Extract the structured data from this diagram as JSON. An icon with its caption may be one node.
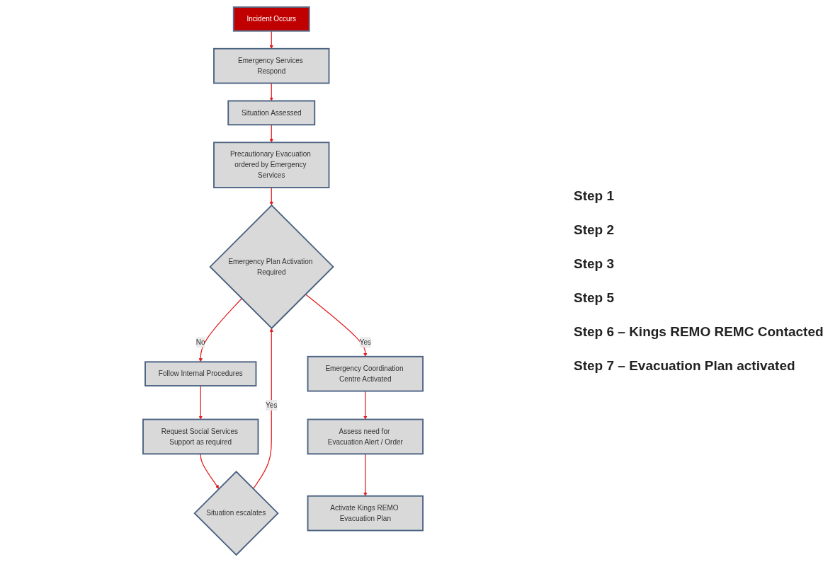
{
  "diagram": {
    "nodes": [
      {
        "text": [
          "Incident Occurs"
        ]
      },
      {
        "text": [
          "Emergency Services Respond"
        ]
      },
      {
        "text": [
          "Situation Assessed"
        ]
      },
      {
        "text": [
          "Precautionary Evacuation ordered by Emergency Services"
        ]
      },
      {
        "text": [
          "Emergency Plan Activation Required"
        ]
      },
      {
        "text": [
          "Follow Internal Procedures"
        ]
      },
      {
        "text": [
          "Emergency Coordination Centre Activated"
        ]
      },
      {
        "text": [
          "Request Social Services Support as required"
        ]
      },
      {
        "text": [
          "Assess need for Evacuation Alert / Order"
        ]
      },
      {
        "text": [
          "Situation escalates"
        ]
      },
      {
        "text": [
          "Activate Kings REMO Evacuation Plan"
        ]
      }
    ],
    "edges": [
      {
        "from": 0,
        "to": 1,
        "arrow": "to"
      },
      {
        "from": 1,
        "to": 2,
        "arrow": "to"
      },
      {
        "from": 2,
        "to": 3,
        "arrow": "to"
      },
      {
        "from": 3,
        "to": 4,
        "arrow": "to"
      },
      {
        "from": 4,
        "to": 5,
        "label": "No",
        "arrow": "to"
      },
      {
        "from": 4,
        "to": 6,
        "label": "Yes",
        "arrow": "to"
      },
      {
        "from": 5,
        "to": 7,
        "arrow": "to"
      },
      {
        "from": 7,
        "to": 9,
        "arrow": "to"
      },
      {
        "from": 9,
        "to": 4,
        "label": "Yes",
        "arrow": "to"
      },
      {
        "from": 6,
        "to": 8,
        "arrow": "to"
      },
      {
        "from": 8,
        "to": 10,
        "arrow": "to"
      }
    ],
    "labels": [
      "Step 1",
      "Step 2",
      "Step 3",
      "Step 5",
      "Step 6 – Kings REMO REMC Contacted",
      "Step 7 – Evacuation Plan activated"
    ]
  }
}
